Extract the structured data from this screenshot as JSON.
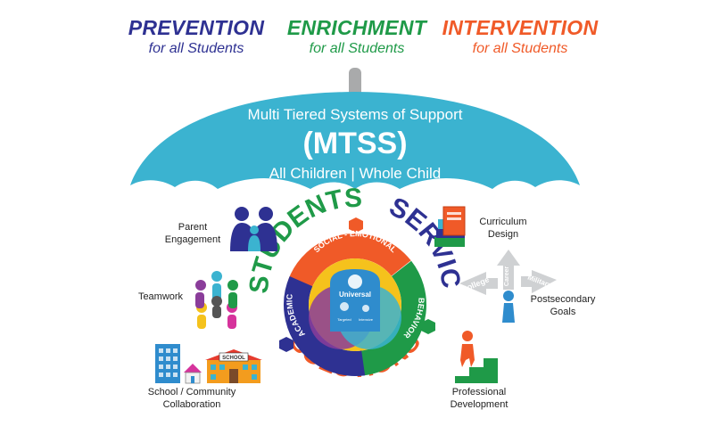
{
  "headers": [
    {
      "title": "PREVENTION",
      "subtitle": "for all Students",
      "color": "#2e3192"
    },
    {
      "title": "ENRICHMENT",
      "subtitle": "for all Students",
      "color": "#1f9a48"
    },
    {
      "title": "INTERVENTION",
      "subtitle": "for all Students",
      "color": "#f05a28"
    }
  ],
  "umbrella": {
    "line1": "Multi Tiered Systems of Support",
    "line2": "(MTSS)",
    "line3": "All Children | Whole Child",
    "color": "#3bb3d0"
  },
  "ring": {
    "top_left": "STUDENTS",
    "top_right": "SERVICE",
    "bottom": "SOLUTIONS",
    "segments": [
      "SOCIAL - EMOTIONAL",
      "BEHAVIOR",
      "ACADEMIC"
    ],
    "center": {
      "top": "Universal",
      "mid": "Targeted",
      "low": "Intensive"
    }
  },
  "labels": {
    "parent": [
      "Parent",
      "Engagement"
    ],
    "teamwork": [
      "Teamwork"
    ],
    "school": [
      "School / Community",
      "Collaboration"
    ],
    "curriculum": [
      "Curriculum",
      "Design"
    ],
    "postsecondary": [
      "Postsecondary",
      "Goals"
    ],
    "professional": [
      "Professional",
      "Development"
    ]
  },
  "signs": {
    "college": "College",
    "career": "Career",
    "military": "Military"
  },
  "school_sign": "SCHOOL"
}
